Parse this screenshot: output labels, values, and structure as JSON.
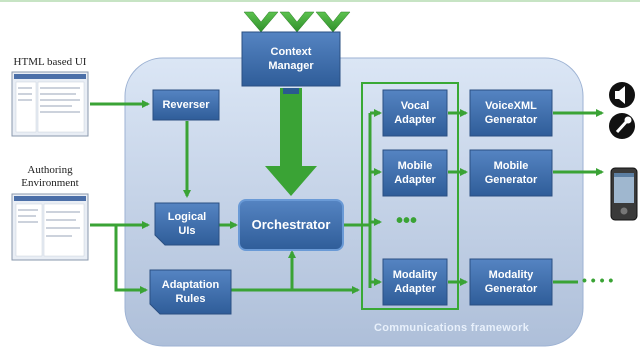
{
  "inputs": {
    "html_ui": "HTML based UI",
    "authoring": "Authoring\nEnvironment"
  },
  "boxes": {
    "context_manager": "Context\nManager",
    "reverser": "Reverser",
    "logical_uis": "Logical\nUIs",
    "orchestrator": "Orchestrator",
    "adaptation_rules": "Adaptation\nRules",
    "vocal_adapter": "Vocal\nAdapter",
    "mobile_adapter": "Mobile\nAdapter",
    "modality_adapter": "Modality\nAdapter",
    "voicexml_generator": "VoiceXML\nGenerator",
    "mobile_generator": "Mobile\nGenerator",
    "modality_generator": "Modality\nGenerator"
  },
  "adapters_ellipsis": "•••",
  "outputs_ellipsis": "• • • •",
  "framework_label": "Communications framework",
  "colors": {
    "frame": "#c7d7ee",
    "box": "#3f6fad",
    "arrow": "#3aa335",
    "group_border": "#39a935"
  }
}
